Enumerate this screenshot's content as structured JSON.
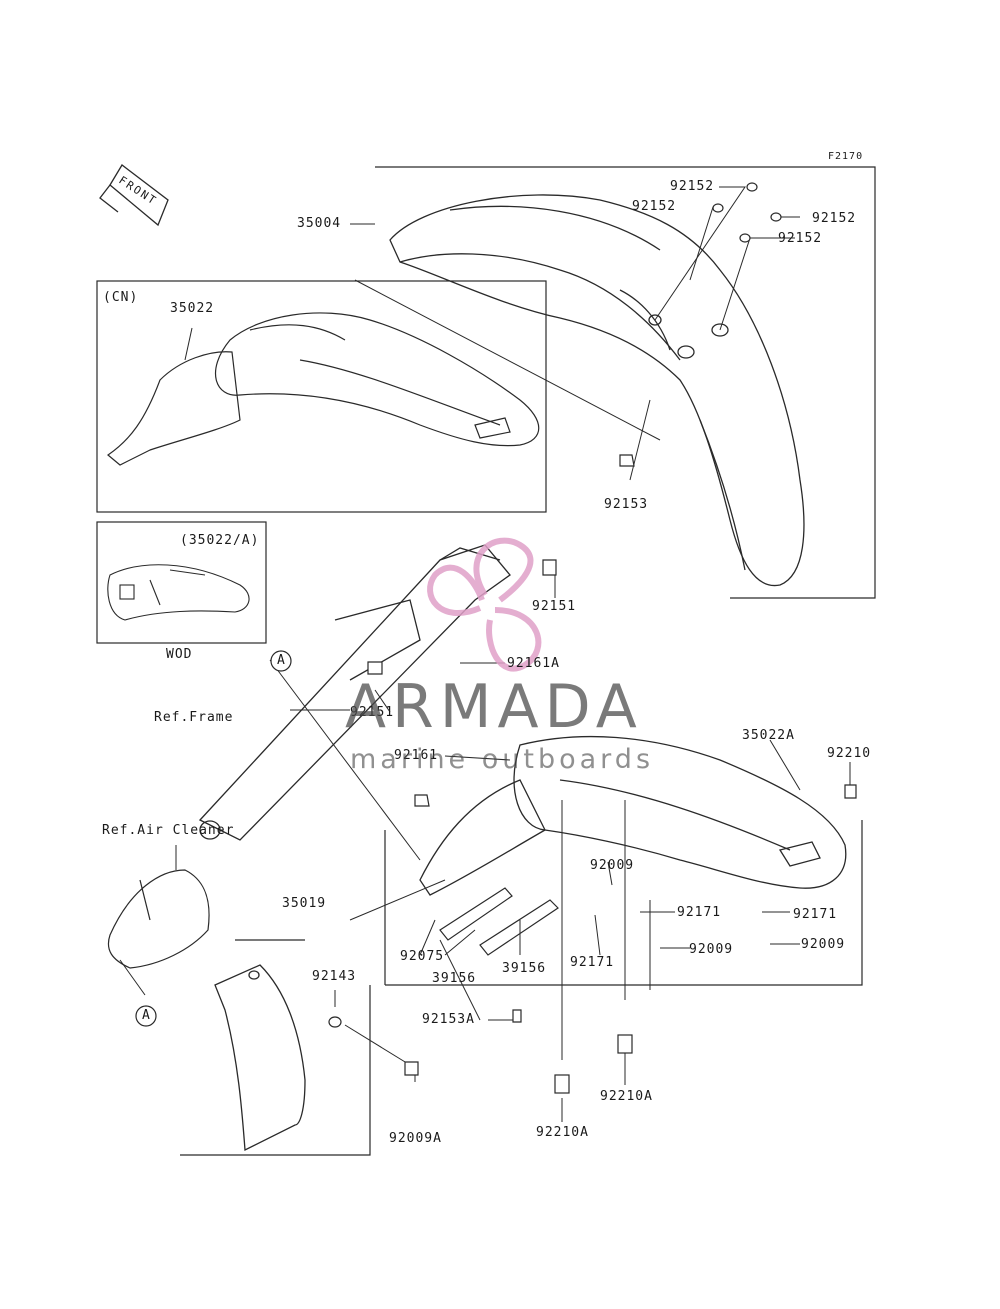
{
  "figure_code": "F2170",
  "front_label": "FRONT",
  "inset_cn": {
    "label": "(CN)",
    "part": "35022"
  },
  "inset_wod": {
    "label": "(35022/A)",
    "caption": "WOD"
  },
  "watermark": {
    "title": "ARMADA",
    "subtitle": "marine outboards",
    "accent": "#e0a0c8"
  },
  "refs": {
    "frame": "Ref.Frame",
    "air_cleaner": "Ref.Air Cleaner",
    "marker": "A"
  },
  "parts": {
    "p35004": "35004",
    "p92152a": "92152",
    "p92152b": "92152",
    "p92152c": "92152",
    "p92152d": "92152",
    "p92153": "92153",
    "p92151a": "92151",
    "p92161A": "92161A",
    "p92151b": "92151",
    "p92161": "92161",
    "p35022A": "35022A",
    "p92210": "92210",
    "p92009a": "92009",
    "p92171a": "92171",
    "p92171b": "92171",
    "p92171c": "92171",
    "p92009b": "92009",
    "p92009c": "92009",
    "p92075": "92075",
    "p39156a": "39156",
    "p39156b": "39156",
    "p35019": "35019",
    "p92143": "92143",
    "p92153A": "92153A",
    "p92009A": "92009A",
    "p92210Aa": "92210A",
    "p92210Ab": "92210A"
  }
}
